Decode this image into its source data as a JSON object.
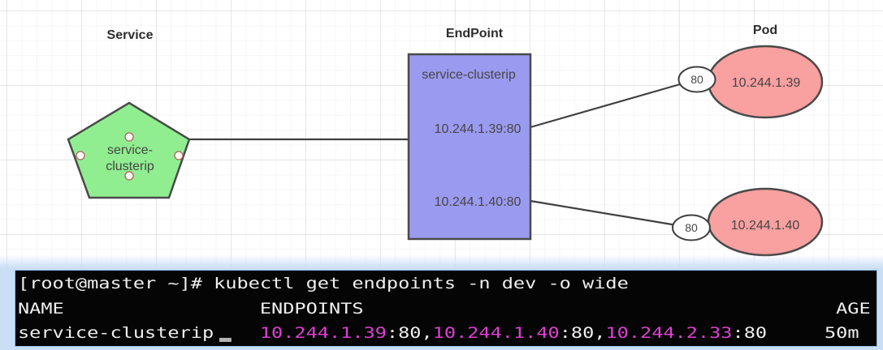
{
  "diagram": {
    "service": {
      "title": "Service",
      "label_lines": [
        "service-",
        "clusterip"
      ]
    },
    "endpoint": {
      "title": "EndPoint",
      "name": "service-clusterip",
      "entries": [
        "10.244.1.39:80",
        "10.244.1.40:80"
      ]
    },
    "pod": {
      "title": "Pod",
      "pods": [
        {
          "port": "80",
          "ip": "10.244.1.39"
        },
        {
          "port": "80",
          "ip": "10.244.1.40"
        }
      ]
    },
    "colors": {
      "service_fill": "#90ee90",
      "endpoint_fill": "#9a9af0",
      "pod_fill": "#f9a0a0",
      "shape_stroke": "#4a4a4a",
      "port_dot_stroke": "#b0615a"
    }
  },
  "terminal": {
    "command_line": "[root@master ~]# kubectl get endpoints -n dev -o wide",
    "columns": {
      "name": "NAME",
      "endpoints": "ENDPOINTS",
      "age": "AGE"
    },
    "row": {
      "name": "service-clusterip",
      "endpoints": [
        {
          "ip": "10.244.1.39",
          "suffix": ":80,"
        },
        {
          "ip": "10.244.1.40",
          "suffix": ":80,"
        },
        {
          "ip": "10.244.2.33",
          "suffix": ":80"
        }
      ],
      "age": "50m"
    },
    "colors": {
      "background": "#050505",
      "text": "#efefef",
      "ip": "#e03fd6",
      "halo": "#cadef5"
    }
  }
}
